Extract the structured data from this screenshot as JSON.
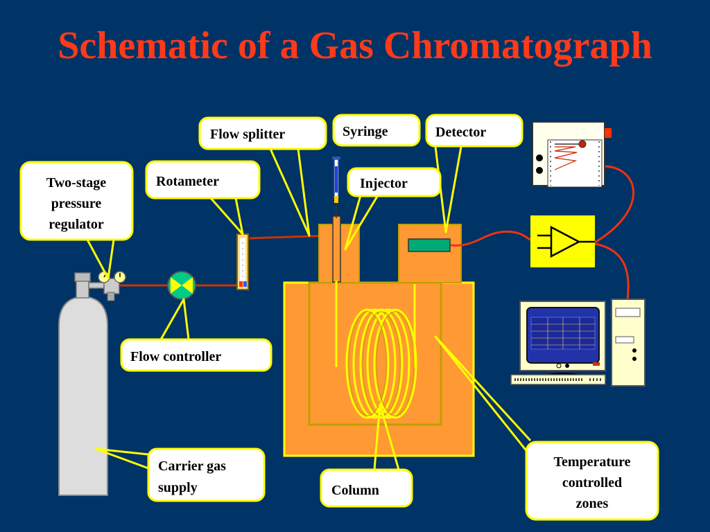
{
  "title": "Schematic of a Gas Chromatograph",
  "labels": {
    "regulator": [
      "Two-stage",
      "pressure",
      "regulator"
    ],
    "rotameter": "Rotameter",
    "flow_splitter": "Flow splitter",
    "syringe": "Syringe",
    "injector": "Injector",
    "detector": "Detector",
    "flow_controller": "Flow controller",
    "carrier_gas": [
      "Carrier gas",
      "supply"
    ],
    "column": "Column",
    "temperature_zones": [
      "Temperature",
      "controlled",
      "zones"
    ]
  },
  "colors": {
    "background": "#003366",
    "title": "#ff3a1a",
    "callout_fill": "#ffffff",
    "callout_border": "#ffff00",
    "oven": "#ff9933",
    "injector_block": "#ff9933",
    "column_coil": "#ffff00",
    "gas_line": "#cc3300",
    "signal_wire": "#ee3311",
    "amplifier_box": "#ffff00",
    "detector_element": "#00aa77",
    "cylinder": "#dddddd",
    "flow_controller_valve": "#00cc88"
  }
}
